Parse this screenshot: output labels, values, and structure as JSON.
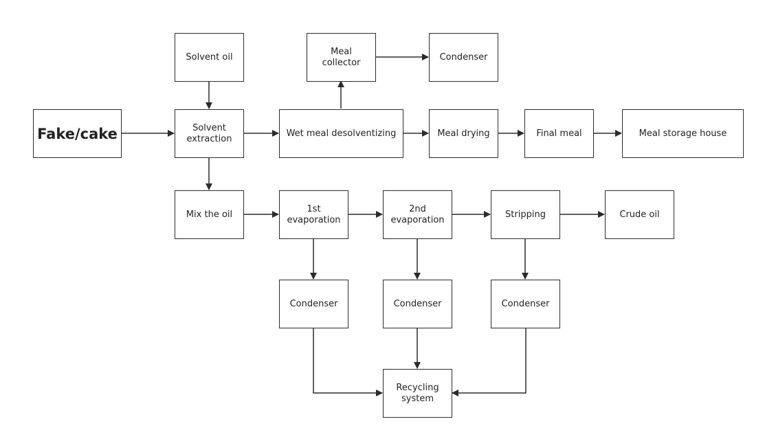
{
  "nodes": {
    "fake_cake": "Fake/cake",
    "solvent_oil": "Solvent oil",
    "solvent_extraction": "Solvent\nextraction",
    "meal_collector": "Meal\ncollector",
    "condenser_top": "Condenser",
    "wet_meal_desolventizing": "Wet meal desolventizing",
    "meal_drying": "Meal drying",
    "final_meal": "Final meal",
    "meal_storage_house": "Meal storage house",
    "mix_the_oil": "Mix the oil",
    "first_evaporation": "1st\nevaporation",
    "second_evaporation": "2nd\nevaporation",
    "stripping": "Stripping",
    "crude_oil": "Crude oil",
    "condenser_1": "Condenser",
    "condenser_2": "Condenser",
    "condenser_3": "Condenser",
    "recycling_system": "Recycling\nsystem"
  },
  "edges": [
    [
      "fake_cake",
      "solvent_extraction"
    ],
    [
      "solvent_oil",
      "solvent_extraction"
    ],
    [
      "solvent_extraction",
      "wet_meal_desolventizing"
    ],
    [
      "wet_meal_desolventizing",
      "meal_collector"
    ],
    [
      "meal_collector",
      "condenser_top"
    ],
    [
      "wet_meal_desolventizing",
      "meal_drying"
    ],
    [
      "meal_drying",
      "final_meal"
    ],
    [
      "final_meal",
      "meal_storage_house"
    ],
    [
      "solvent_extraction",
      "mix_the_oil"
    ],
    [
      "mix_the_oil",
      "first_evaporation"
    ],
    [
      "first_evaporation",
      "second_evaporation"
    ],
    [
      "second_evaporation",
      "stripping"
    ],
    [
      "stripping",
      "crude_oil"
    ],
    [
      "first_evaporation",
      "condenser_1"
    ],
    [
      "second_evaporation",
      "condenser_2"
    ],
    [
      "stripping",
      "condenser_3"
    ],
    [
      "condenser_1",
      "recycling_system"
    ],
    [
      "condenser_2",
      "recycling_system"
    ],
    [
      "condenser_3",
      "recycling_system"
    ]
  ],
  "colors": {
    "stroke": "#2b2b2b",
    "text": "#222222",
    "background": "#ffffff"
  }
}
